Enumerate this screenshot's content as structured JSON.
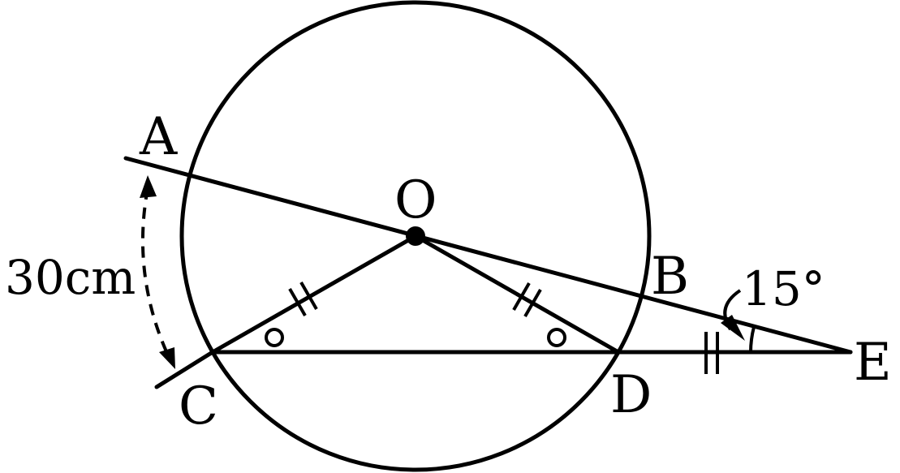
{
  "labels": {
    "A": "A",
    "B": "B",
    "C": "C",
    "D": "D",
    "E": "E",
    "O": "O"
  },
  "annotations": {
    "length": "30cm",
    "angle": "15°"
  },
  "colors": {
    "ink": "#000000",
    "background": "#ffffff"
  }
}
